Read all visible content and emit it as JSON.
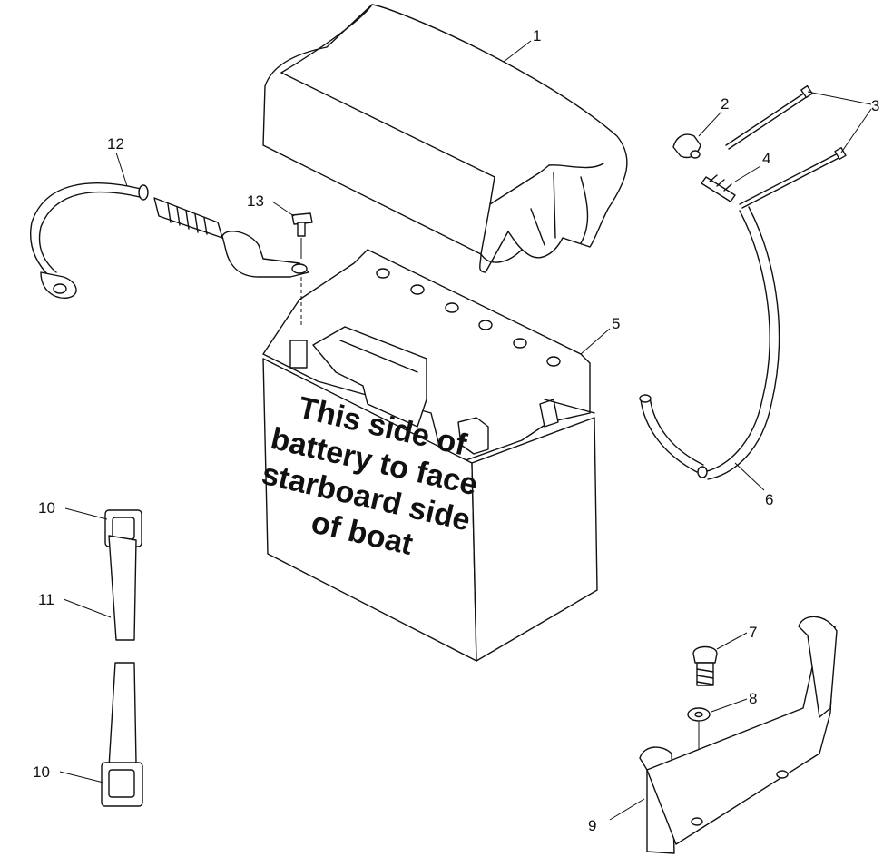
{
  "callouts": [
    "1",
    "2",
    "3",
    "4",
    "5",
    "6",
    "7",
    "8",
    "9",
    "10",
    "10",
    "11",
    "12",
    "13"
  ],
  "battery_label": {
    "lines": [
      "This side of",
      "battery to face",
      "starboard side",
      "of boat"
    ]
  }
}
